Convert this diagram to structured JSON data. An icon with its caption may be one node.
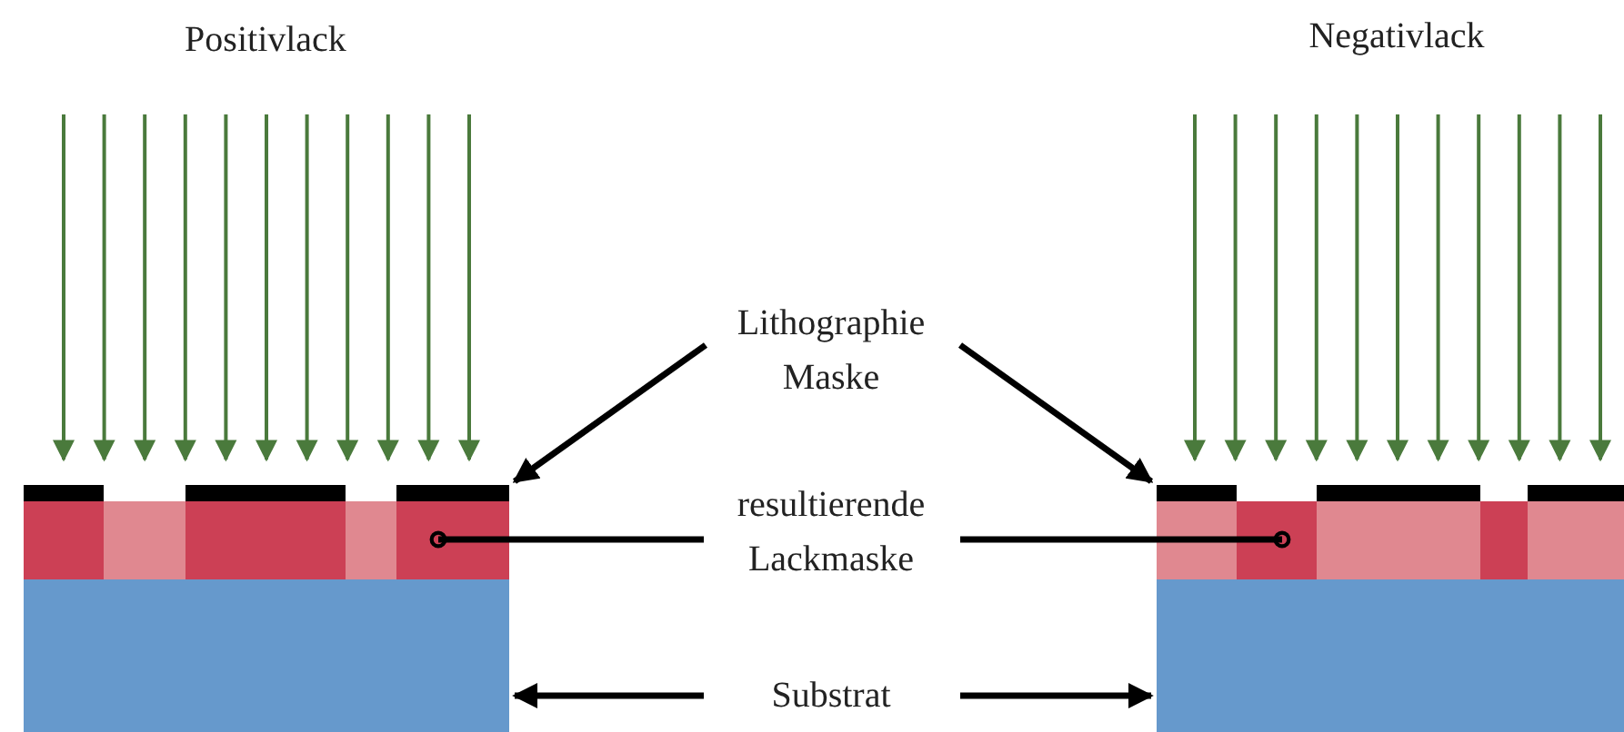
{
  "diagram": {
    "nodes": [
      {
        "text": [
          "Lithographie Maske"
        ]
      },
      {
        "text": [],
        "shape": "bar"
      },
      {
        "text": [],
        "shape": "bar"
      },
      {
        "text": [
          "resultierende Lackmaske"
        ]
      },
      {
        "text": [],
        "shape": "bar"
      },
      {
        "text": [],
        "shape": "bar"
      },
      {
        "text": [
          "Substrat"
        ]
      },
      {
        "text": [],
        "shape": "box"
      },
      {
        "text": [],
        "shape": "box"
      }
    ],
    "edges": [
      {
        "from": 0,
        "to": 1,
        "arrow": "to"
      },
      {
        "from": 0,
        "to": 2,
        "arrow": "to"
      },
      {
        "from": 3,
        "to": 4,
        "arrow": "other"
      },
      {
        "from": 3,
        "to": 5,
        "arrow": "other"
      },
      {
        "from": 6,
        "to": 7,
        "arrow": "to"
      },
      {
        "from": 6,
        "to": 8,
        "arrow": "to"
      }
    ],
    "labels": [
      "Positivlack",
      "Negativlack"
    ]
  }
}
